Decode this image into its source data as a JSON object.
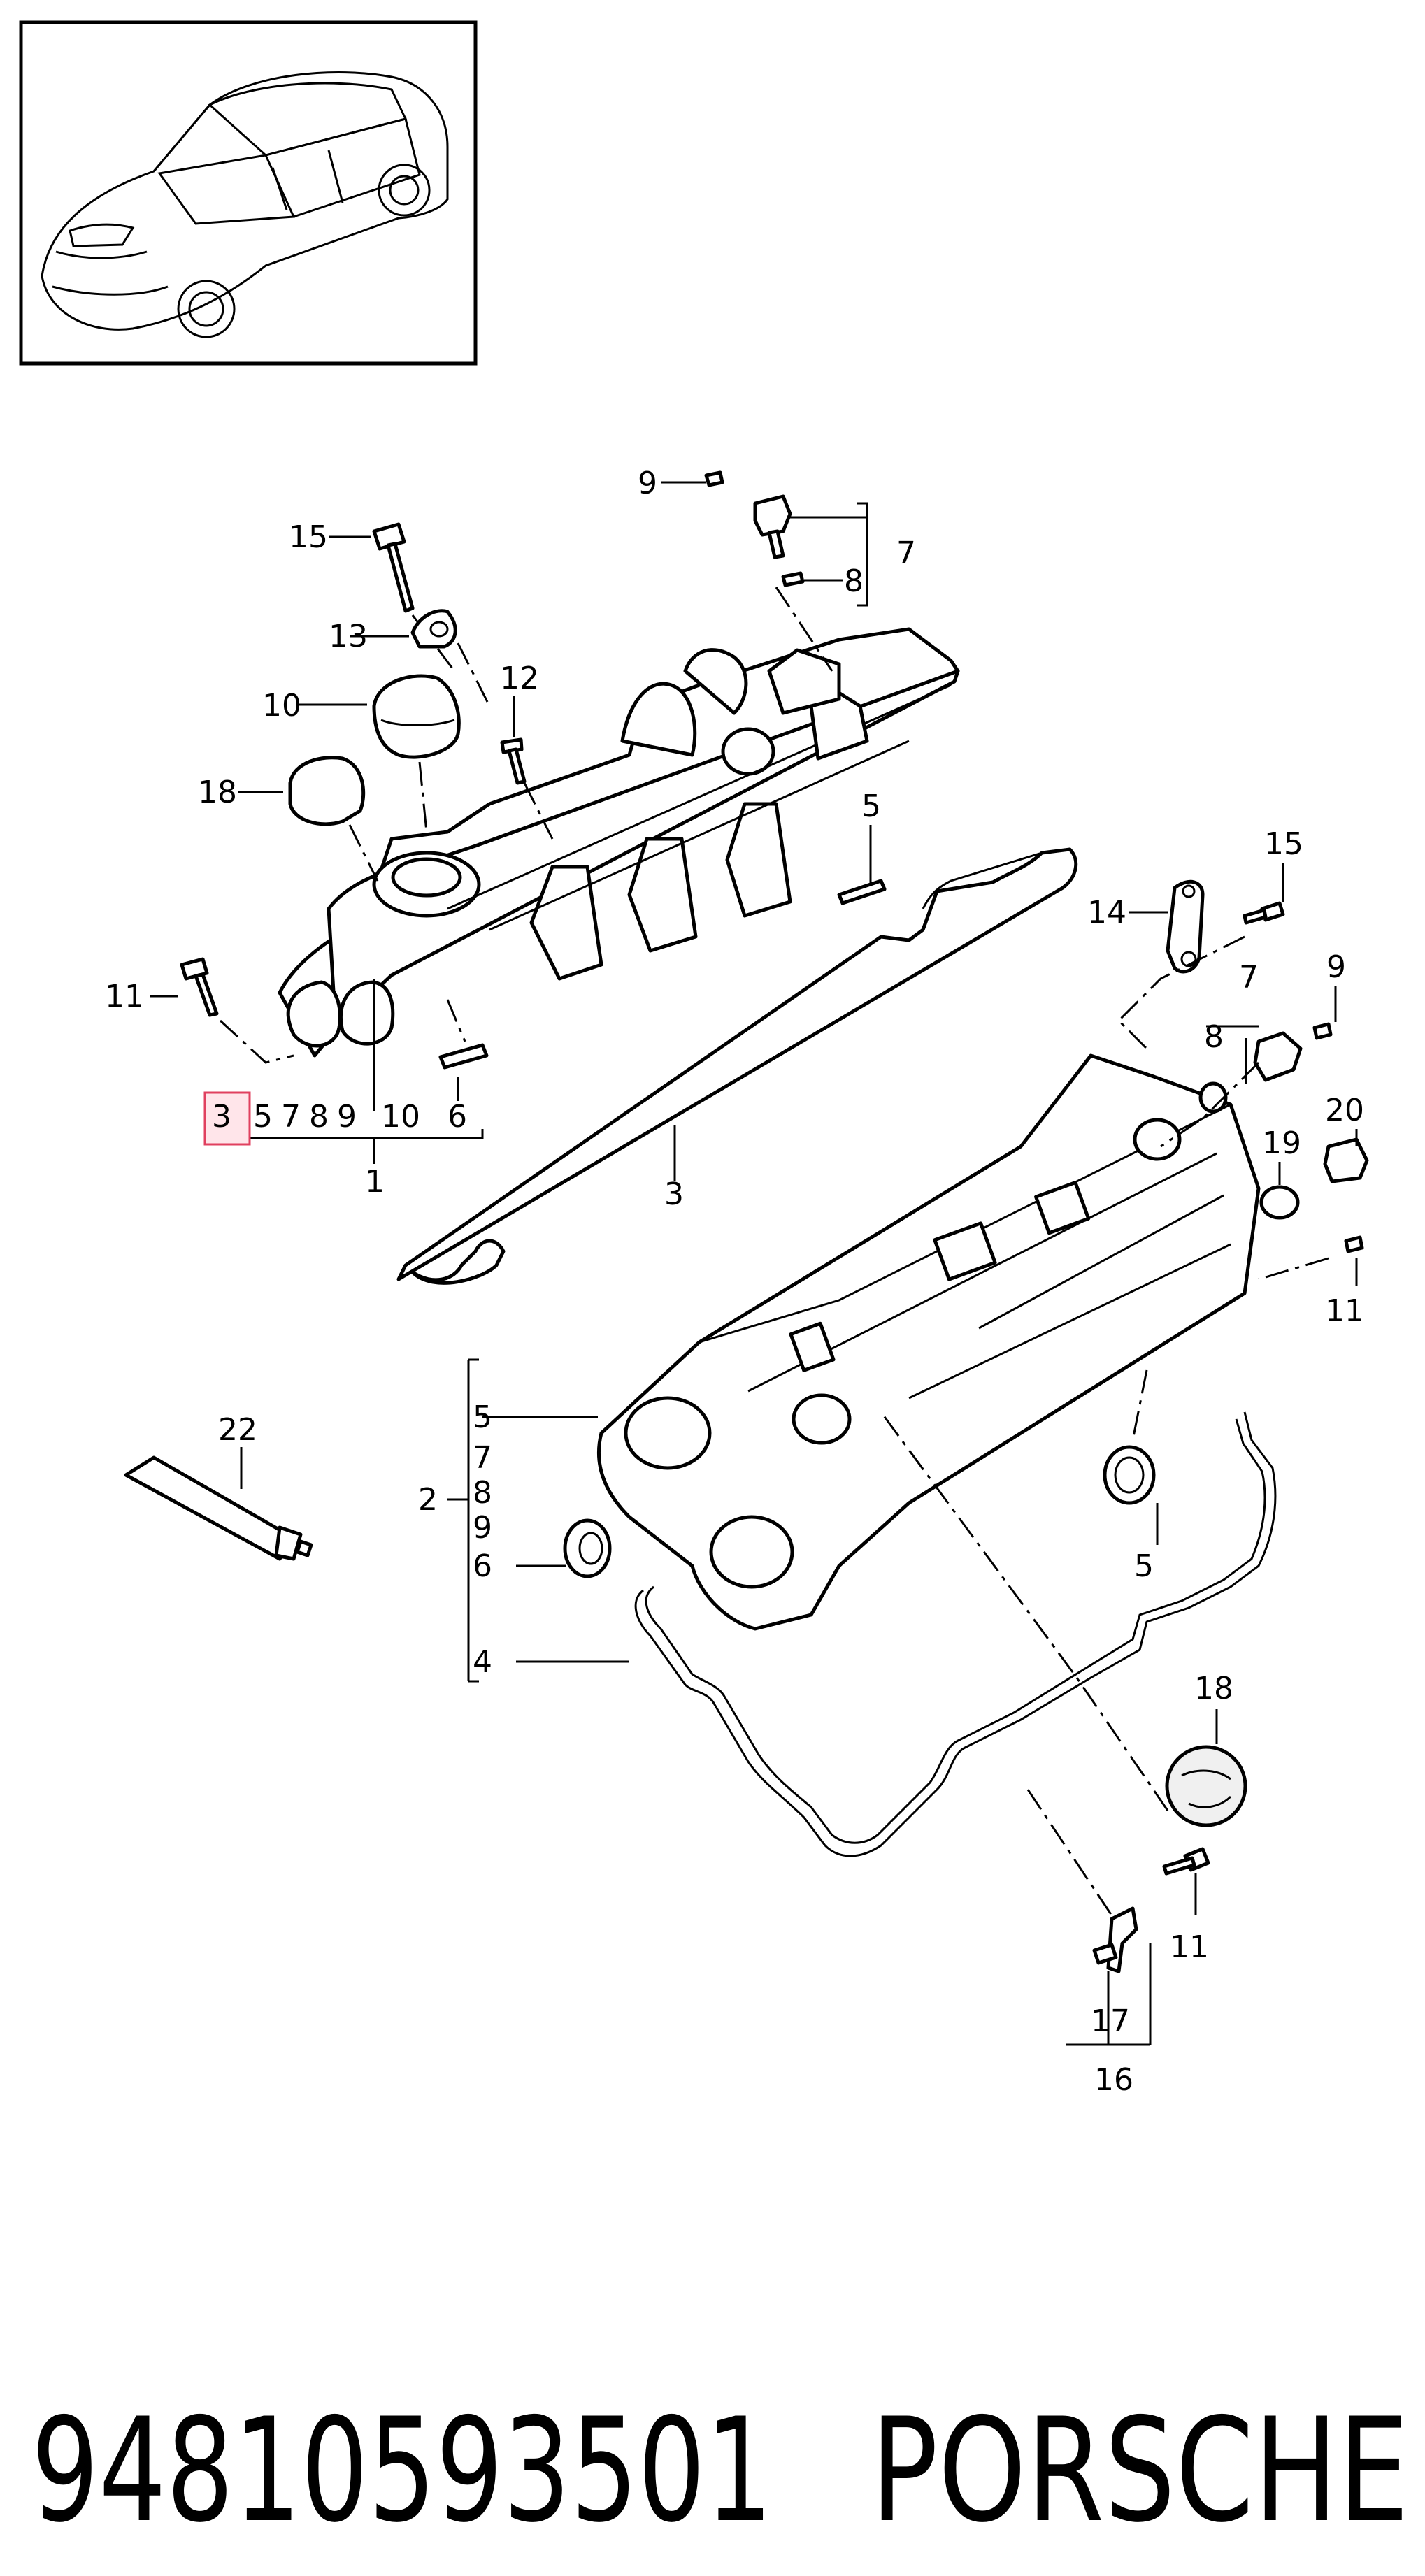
{
  "callouts": {
    "c15a": "15",
    "c13": "13",
    "c10": "10",
    "c12": "12",
    "c18a": "18",
    "c9a": "9",
    "c7a": "7",
    "c8a": "8",
    "c5a": "5",
    "c11a": "11",
    "c15b": "15",
    "c14": "14",
    "c7b": "7",
    "c9b": "9",
    "c8b": "8",
    "c20": "20",
    "c19": "19",
    "c11b": "11",
    "c3": "3",
    "c1": "1",
    "c5b": "5",
    "c2": "2",
    "c7c": "7",
    "c8c": "8",
    "c9c": "9",
    "c6c": "6",
    "c4": "4",
    "c22": "22",
    "c5c": "5",
    "c18b": "18",
    "c11c": "11",
    "c17": "17",
    "c16": "16"
  },
  "sub_list_1": {
    "highlighted": "3",
    "items": [
      "5",
      "7",
      "8",
      "9",
      "10",
      "6"
    ]
  },
  "highlight_color": "#e0405f",
  "footer": {
    "part_number": "94810593501",
    "brand": "PORSCHE"
  },
  "thumbnail_icon": "car-thumbnail-icon"
}
